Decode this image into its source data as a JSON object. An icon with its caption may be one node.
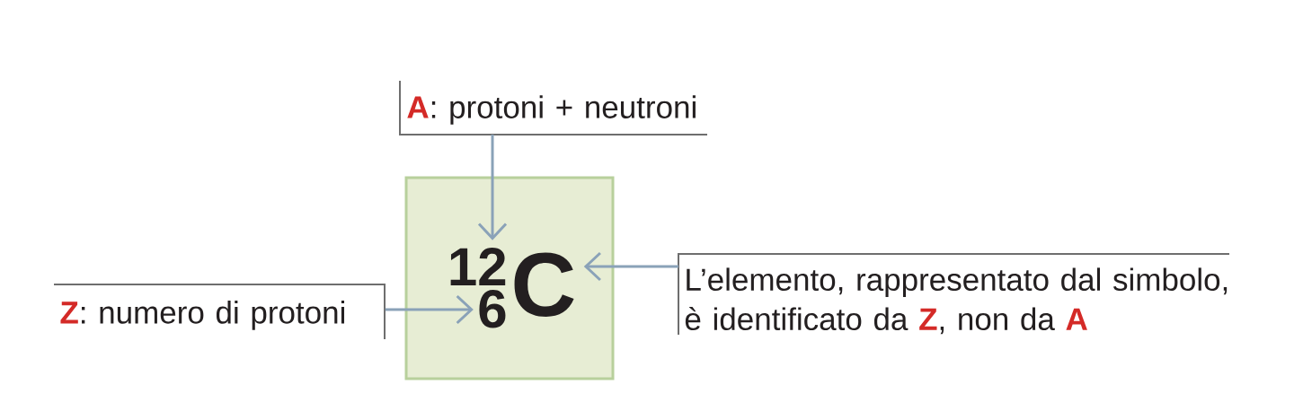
{
  "diagram": {
    "nodes": [
      {
        "text": [
          "**A**: protoni + neutroni"
        ]
      },
      {
        "text": [],
        "shape": "box"
      },
      {
        "text": [
          "12"
        ],
        "in": 1
      },
      {
        "text": [
          "6"
        ],
        "in": 1
      },
      {
        "text": [
          "C"
        ],
        "in": 1
      },
      {
        "text": [
          "**Z**: numero di protoni"
        ]
      },
      {
        "text": [
          "L’elemento, rappresentato dal simbolo, è identificato da **Z**, non da **A**"
        ]
      }
    ],
    "edges": [
      {
        "from": 0,
        "to": 2,
        "arrow": "to"
      },
      {
        "from": 5,
        "to": 3,
        "arrow": "to"
      },
      {
        "from": 6,
        "to": 4,
        "arrow": "to"
      }
    ]
  }
}
